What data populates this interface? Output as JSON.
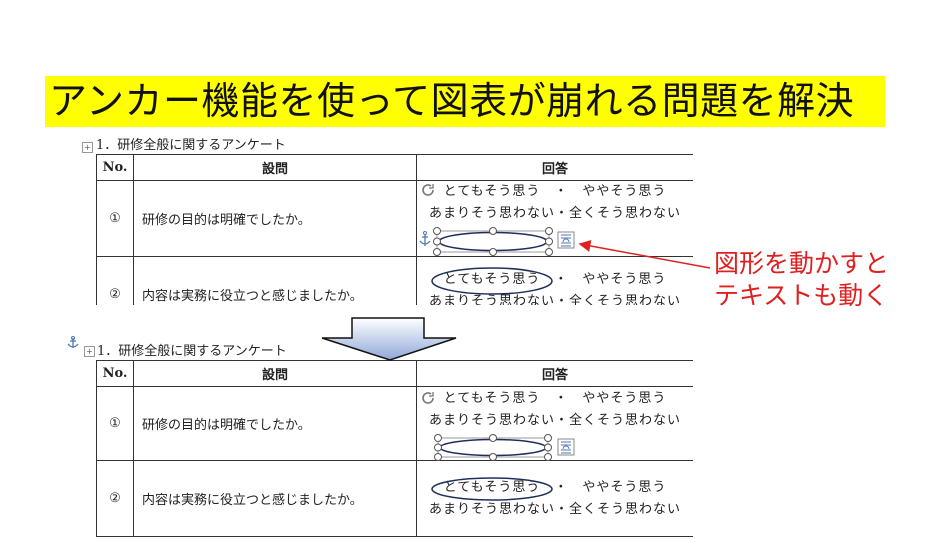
{
  "title": "アンカー機能を使って図表が崩れる問題を解決",
  "note": {
    "line1": "図形を動かすと",
    "line2": "テキストも動く",
    "color": "#e02020"
  },
  "caption": "1．研修全般に関するアンケート",
  "table": {
    "headers": [
      "No.",
      "設問",
      "回答"
    ],
    "rows": [
      {
        "no": "①",
        "question": "研修の目的は明確でしたか。",
        "answer_line1": "とてもそう思う　・　ややそう思う",
        "answer_line2": "あまりそう思わない・全くそう思わない"
      },
      {
        "no": "②",
        "question": "内容は実務に役立つと感じましたか。",
        "answer_line1": "とてもそう思う　・　ややそう思う",
        "answer_line2": "あまりそう思わない・全くそう思わない"
      }
    ]
  },
  "icons": [
    "anchor-icon",
    "table-move-handle-icon",
    "rotate-handle-icon",
    "layout-options-icon",
    "down-arrow"
  ]
}
